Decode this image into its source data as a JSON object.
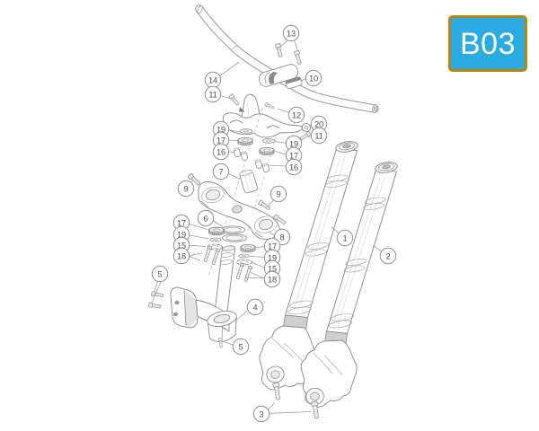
{
  "badge": {
    "label": "B03",
    "bg_color": "#2aabe2",
    "border_color": "#b8860b",
    "text_color": "#ffffff"
  },
  "diagram": {
    "line_color": "#8c8c8c",
    "callouts": [
      {
        "label": "13"
      },
      {
        "label": "14"
      },
      {
        "label": "11"
      },
      {
        "label": "10"
      },
      {
        "label": "12"
      },
      {
        "label": "20"
      },
      {
        "label": "11"
      },
      {
        "label": "19"
      },
      {
        "label": "17"
      },
      {
        "label": "16"
      },
      {
        "label": "19"
      },
      {
        "label": "17"
      },
      {
        "label": "16"
      },
      {
        "label": "7"
      },
      {
        "label": "9"
      },
      {
        "label": "9"
      },
      {
        "label": "6"
      },
      {
        "label": "8"
      },
      {
        "label": "17"
      },
      {
        "label": "19"
      },
      {
        "label": "15"
      },
      {
        "label": "18"
      },
      {
        "label": "17"
      },
      {
        "label": "19"
      },
      {
        "label": "15"
      },
      {
        "label": "18"
      },
      {
        "label": "5"
      },
      {
        "label": "4"
      },
      {
        "label": "5"
      },
      {
        "label": "1"
      },
      {
        "label": "2"
      },
      {
        "label": "3"
      }
    ]
  }
}
